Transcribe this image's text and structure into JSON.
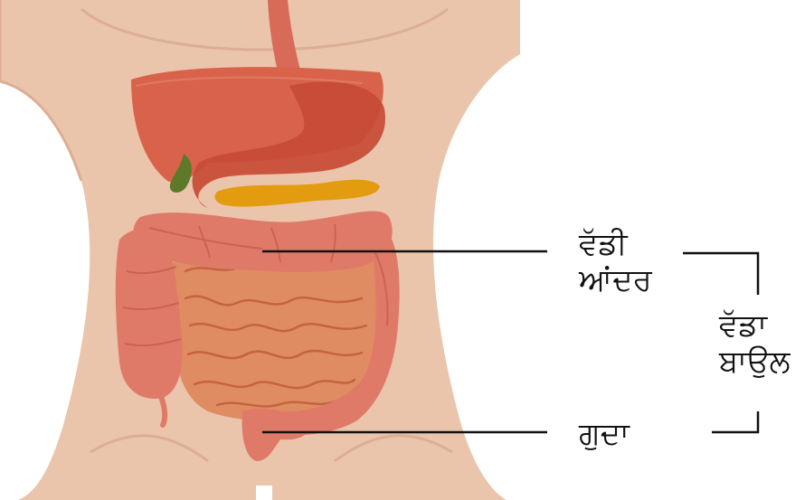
{
  "labels": {
    "large_intestine_line1": "ਵੱਡੀ",
    "large_intestine_line2": "ਆਂਦਰ",
    "large_bowel_line1": "ਵੱਡਾ",
    "large_bowel_line2": "ਬਾਉਲ",
    "rectum": "ਗੁਦਾ"
  },
  "colors": {
    "skin": "#eac5ab",
    "skin_shadow": "#dcae94",
    "liver": "#d9634a",
    "stomach": "#c84a35",
    "gallbladder": "#5c7a2a",
    "pancreas": "#e39c10",
    "small_intestine": "#e08c62",
    "large_intestine": "#e07a68",
    "leader_line": "#111111"
  }
}
